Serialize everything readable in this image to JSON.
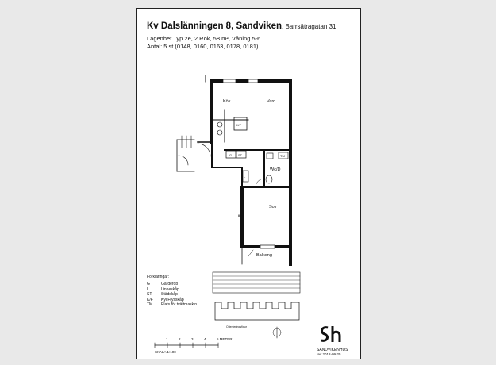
{
  "title": {
    "main": "Kv Dalslänningen 8, Sandviken",
    "address": ", Barrsätragatan 31"
  },
  "subtitle": {
    "line1": "Lägenhet Typ 2e, 2 Rok, 58 m², Våning 5-6",
    "line2": "Antal: 5 st (0148, 0160, 0163, 0178, 0181)"
  },
  "rooms": {
    "kok": "Kök",
    "vard": "Vard",
    "kf": "K/F",
    "g": "G",
    "st": "ST",
    "l": "L",
    "wcd": "Wc/D",
    "tm": "TM",
    "sov": "Sov",
    "balkong": "Balkong"
  },
  "legend": {
    "heading": "Förklaringar:",
    "items": [
      {
        "code": "G",
        "text": "Garderob"
      },
      {
        "code": "L",
        "text": "Linneskåp"
      },
      {
        "code": "ST",
        "text": "Städskåp"
      },
      {
        "code": "K/F",
        "text": "Kyl/Frysskåp"
      },
      {
        "code": "TM",
        "text": "Plats för tvättmaskin"
      }
    ]
  },
  "orientation_label": "Orienteringsfigur",
  "scale": {
    "ticks": [
      "1",
      "2",
      "3",
      "4",
      "5 METER"
    ],
    "label": "SKALA 1:100"
  },
  "logo": {
    "name": "SANDVIKENHUS",
    "rev": "rev 2012-09-25"
  }
}
